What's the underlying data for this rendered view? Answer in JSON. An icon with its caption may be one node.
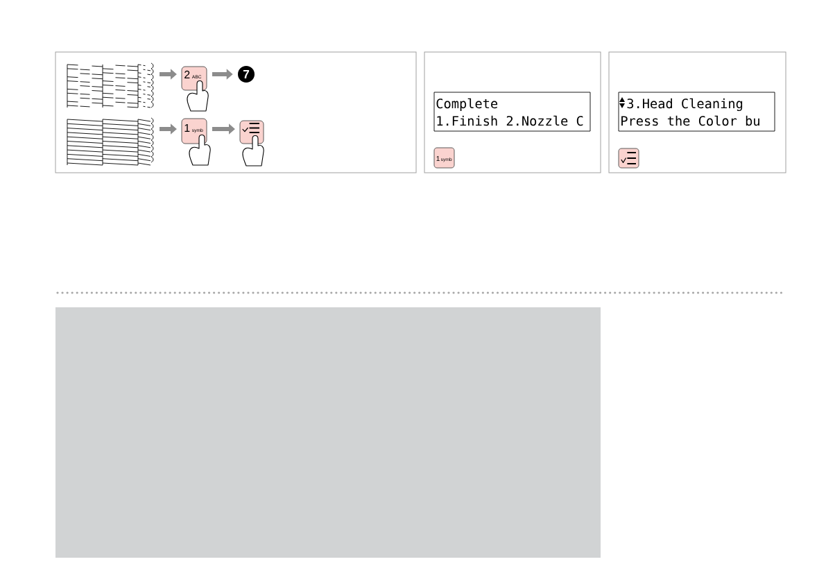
{
  "diagram": {
    "nodes": [
      {
        "text": [],
        "shape": "box"
      },
      {
        "text": [],
        "shape": "picture",
        "in": 0
      },
      {
        "text": [
          "2",
          "ABC"
        ],
        "in": 0
      },
      {
        "text": [
          "7"
        ],
        "in": 0
      },
      {
        "text": [],
        "shape": "picture",
        "in": 0
      },
      {
        "text": [
          "1",
          "symb"
        ],
        "in": 0
      },
      {
        "text": [],
        "shape": "box",
        "in": 0
      },
      {
        "text": [],
        "shape": "box"
      },
      {
        "text": [
          "Complete",
          "1.Finish 2.Nozzle C"
        ],
        "in": 7
      },
      {
        "text": [
          "1",
          "symb"
        ],
        "in": 7
      },
      {
        "text": [],
        "shape": "box"
      },
      {
        "text": [
          "3.Head Cleaning",
          "Press the Color bu"
        ],
        "in": 10
      },
      {
        "text": [],
        "shape": "box",
        "in": 10
      }
    ],
    "edges": [
      {
        "from": 1,
        "to": 2,
        "arrow": "to"
      },
      {
        "from": 2,
        "to": 3,
        "arrow": "to"
      },
      {
        "from": 4,
        "to": 5,
        "arrow": "to"
      },
      {
        "from": 5,
        "to": 6,
        "arrow": "to"
      }
    ]
  }
}
